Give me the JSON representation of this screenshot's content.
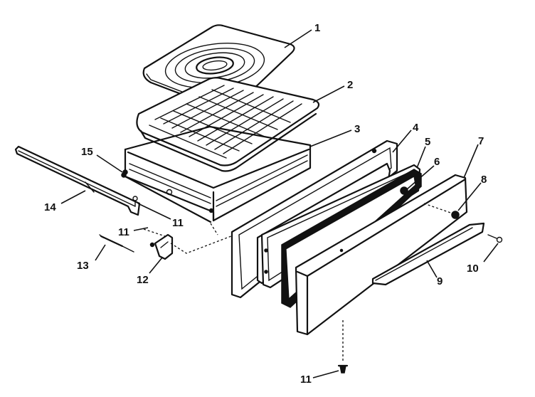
{
  "callouts": [
    {
      "id": "c1",
      "label": "1"
    },
    {
      "id": "c2",
      "label": "2"
    },
    {
      "id": "c3",
      "label": "3"
    },
    {
      "id": "c4",
      "label": "4"
    },
    {
      "id": "c5",
      "label": "5"
    },
    {
      "id": "c6",
      "label": "6"
    },
    {
      "id": "c7",
      "label": "7"
    },
    {
      "id": "c8",
      "label": "8"
    },
    {
      "id": "c9",
      "label": "9"
    },
    {
      "id": "c10",
      "label": "10"
    },
    {
      "id": "c11a",
      "label": "11"
    },
    {
      "id": "c11b",
      "label": "11"
    },
    {
      "id": "c11c",
      "label": "11"
    },
    {
      "id": "c12",
      "label": "12"
    },
    {
      "id": "c13",
      "label": "13"
    },
    {
      "id": "c14",
      "label": "14"
    },
    {
      "id": "c15",
      "label": "15"
    }
  ]
}
